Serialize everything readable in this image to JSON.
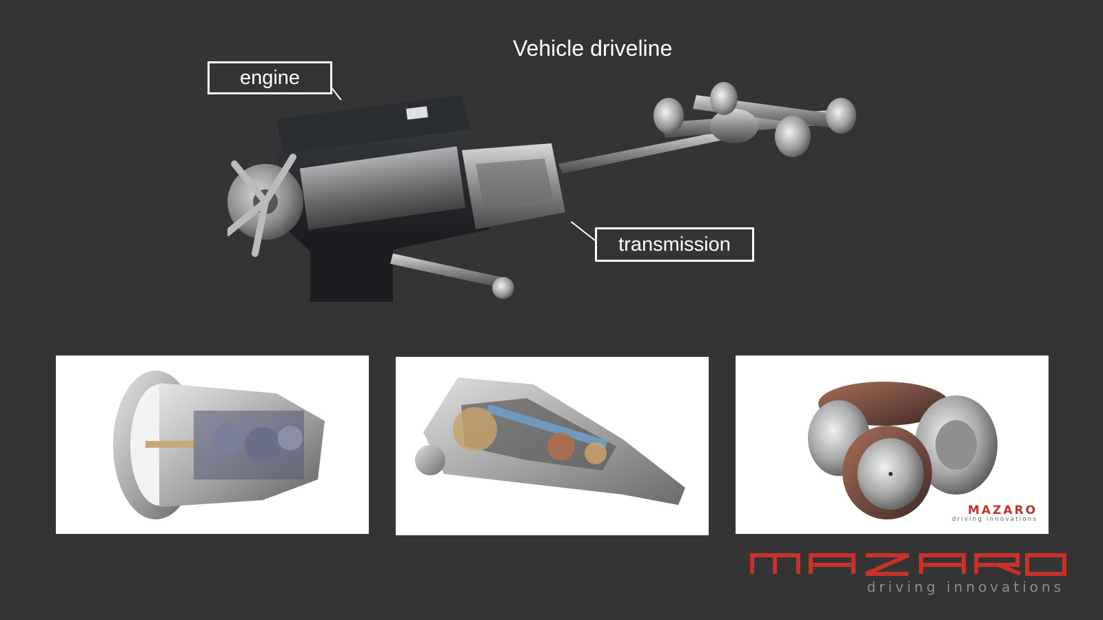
{
  "slide": {
    "title": "Vehicle driveline"
  },
  "callouts": {
    "engine": "engine",
    "transmission": "transmission"
  },
  "cards": [
    {
      "icon": "manual-gearbox-icon"
    },
    {
      "icon": "automatic-gearbox-icon"
    },
    {
      "icon": "mazaro-cvt-icon",
      "logo_word": "MAZARO",
      "logo_tagline": "driving innovations"
    }
  ],
  "brand": {
    "wordmark": "MAZARO",
    "tagline": "driving innovations",
    "color": "#c8312a",
    "tagline_color": "#8d8d8d"
  },
  "colors": {
    "background": "#353434",
    "text": "#ffffff"
  }
}
